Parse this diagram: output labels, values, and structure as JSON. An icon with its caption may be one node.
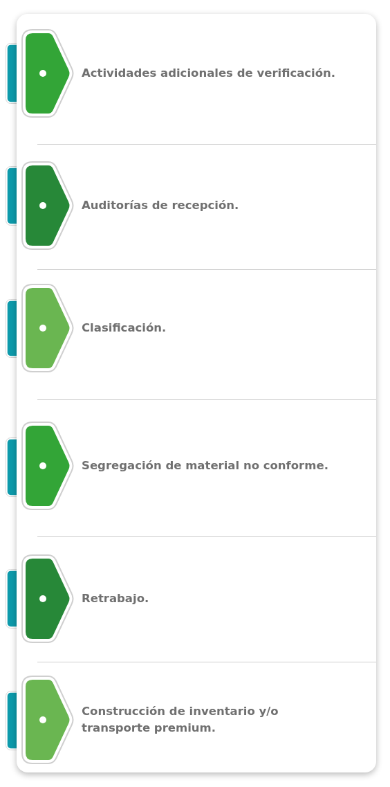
{
  "diagram": {
    "labels": [
      "Actividades adicionales de verificación.",
      "Auditorías de recepción.",
      "Clasificación.",
      "Segregación de material no conforme.",
      "Retrabajo.",
      "Construcción de inventario y/o transporte premium."
    ]
  }
}
